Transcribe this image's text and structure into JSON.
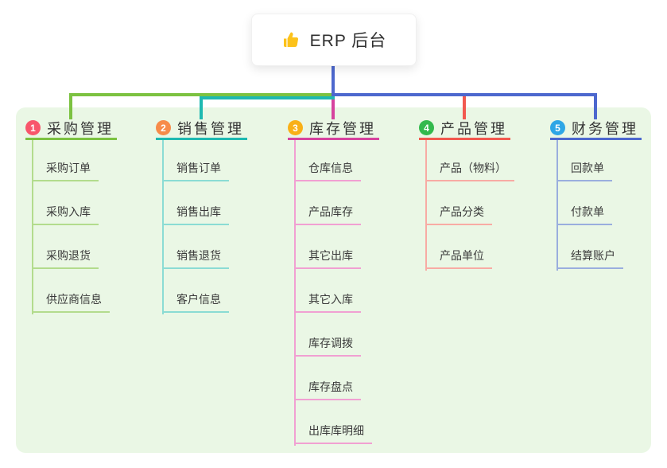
{
  "root": {
    "label": "ERP 后台",
    "icon": "thumbs-up-icon"
  },
  "branches": [
    {
      "badge": "1",
      "title": "采购管理",
      "badge_color": "#f8566b",
      "line_color": "#7cc241",
      "child_line_color": "#b3dc8d",
      "children": [
        "采购订单",
        "采购入库",
        "采购退货",
        "供应商信息"
      ]
    },
    {
      "badge": "2",
      "title": "销售管理",
      "badge_color": "#f78b49",
      "line_color": "#1eb9b1",
      "child_line_color": "#8bdcd4",
      "children": [
        "销售订单",
        "销售出库",
        "销售退货",
        "客户信息"
      ]
    },
    {
      "badge": "3",
      "title": "库存管理",
      "badge_color": "#f9b017",
      "line_color": "#d6439e",
      "child_line_color": "#f1a0d2",
      "children": [
        "仓库信息",
        "产品库存",
        "其它出库",
        "其它入库",
        "库存调拨",
        "库存盘点",
        "出库库明细"
      ]
    },
    {
      "badge": "4",
      "title": "产品管理",
      "badge_color": "#33b94d",
      "line_color": "#f2594f",
      "child_line_color": "#f8aba4",
      "children": [
        "产品（物料）",
        "产品分类",
        "产品单位"
      ]
    },
    {
      "badge": "5",
      "title": "财务管理",
      "badge_color": "#2ea6e6",
      "line_color": "#4d68ce",
      "child_line_color": "#9aaede",
      "children": [
        "回款单",
        "付款单",
        "结算账户"
      ]
    }
  ],
  "canvas": {
    "panel_color": "#eaf7e5",
    "root_connector_color": "#4d68ce"
  }
}
